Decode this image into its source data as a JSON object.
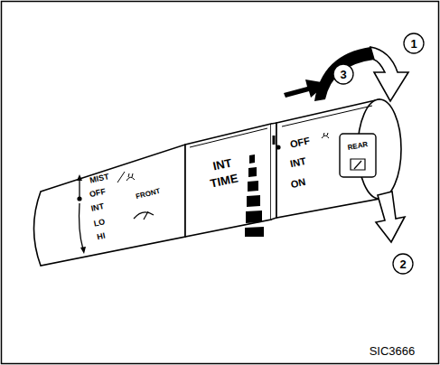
{
  "diagram": {
    "labels": [
      "MIST",
      "OFF",
      "INT",
      "LO",
      "HI",
      "FRONT",
      "INT",
      "TIME",
      "OFF",
      "INT",
      "ON",
      "REAR",
      "1",
      "2",
      "3",
      "SIC3666"
    ]
  }
}
